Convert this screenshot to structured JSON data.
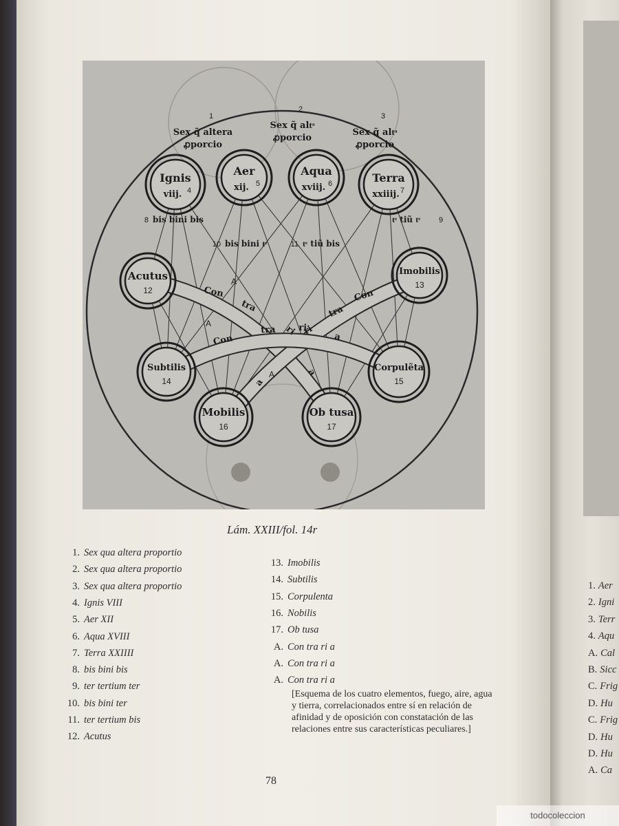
{
  "plate": {
    "circles": [
      {
        "id": "ignis",
        "label": "Ignis",
        "sub": "viij.",
        "num": "4"
      },
      {
        "id": "aer",
        "label": "Aer",
        "sub": "xij.",
        "num": "5"
      },
      {
        "id": "aqua",
        "label": "Aqua",
        "sub": "xviij.",
        "num": "6"
      },
      {
        "id": "terra",
        "label": "Terra",
        "sub": "xxiiij.",
        "num": "7"
      },
      {
        "id": "acutus",
        "label": "Acutus",
        "num": "12"
      },
      {
        "id": "imobilis",
        "label": "Imobilis",
        "num": "13"
      },
      {
        "id": "subtilis",
        "label": "Subtilis",
        "num": "14"
      },
      {
        "id": "corpulenta",
        "label": "Corpulẽta",
        "num": "15"
      },
      {
        "id": "mobilis",
        "label": "Mobilis",
        "num": "16"
      },
      {
        "id": "obtusa",
        "label": "Ob tusa",
        "num": "17"
      }
    ],
    "top_labels": [
      {
        "num": "1",
        "text": "Sex q̃ altera",
        "text2": "ꝓporcio"
      },
      {
        "num": "2",
        "text": "Sex q̃ altͣ",
        "text2": "ꝓporcio"
      },
      {
        "num": "3",
        "text": "Sex q̃ altͣ",
        "text2": "ꝓporcio"
      }
    ],
    "mid_labels": [
      {
        "num": "8",
        "text": "bis bini bis"
      },
      {
        "num": "10",
        "text": "bis bini tͤ"
      },
      {
        "num": "11",
        "text": "tͤ tiũ bis"
      },
      {
        "num": "9",
        "text": "tͤ tiũ tͤ"
      }
    ],
    "band_words": [
      "Con",
      "tra",
      "ri",
      "a"
    ],
    "band_a_letters": [
      "A",
      "A",
      "A"
    ]
  },
  "caption": "Lám. XXIII/fol. 14r",
  "legend_left": [
    {
      "k": "1.",
      "v": "Sex qua altera proportio"
    },
    {
      "k": "2.",
      "v": "Sex qua altera proportio"
    },
    {
      "k": "3.",
      "v": "Sex qua altera proportio"
    },
    {
      "k": "4.",
      "v": "Ignis VIII"
    },
    {
      "k": "5.",
      "v": "Aer XII"
    },
    {
      "k": "6.",
      "v": "Aqua XVIII"
    },
    {
      "k": "7.",
      "v": "Terra XXIIII"
    },
    {
      "k": "8.",
      "v": "bis bini bis"
    },
    {
      "k": "9.",
      "v": "ter tertium ter"
    },
    {
      "k": "10.",
      "v": "bis bini ter"
    },
    {
      "k": "11.",
      "v": "ter tertium bis"
    },
    {
      "k": "12.",
      "v": "Acutus"
    }
  ],
  "legend_right": [
    {
      "k": "13.",
      "v": "Imobilis"
    },
    {
      "k": "14.",
      "v": "Subtilis"
    },
    {
      "k": "15.",
      "v": "Corpulenta"
    },
    {
      "k": "16.",
      "v": "Nobilis"
    },
    {
      "k": "17.",
      "v": "Ob tusa"
    },
    {
      "k": "A.",
      "v": "Con tra ri a"
    },
    {
      "k": "A.",
      "v": "Con tra ri a"
    },
    {
      "k": "A.",
      "v": "Con tra ri a"
    }
  ],
  "note": "[Esquema de los cuatro elementos, fuego, aire, agua y tierra, correlacionados entre sí en relación de afinidad y de oposición con constatación de las relaciones entre sus características peculiares.]",
  "page_number": "78",
  "right_page_items": [
    {
      "k": "1.",
      "v": "Aer"
    },
    {
      "k": "2.",
      "v": "Igni"
    },
    {
      "k": "3.",
      "v": "Terr"
    },
    {
      "k": "4.",
      "v": "Aqu"
    },
    {
      "k": "A.",
      "v": "Cal"
    },
    {
      "k": "B.",
      "v": "Sicc"
    },
    {
      "k": "C.",
      "v": "Frig"
    },
    {
      "k": "D.",
      "v": "Hu"
    },
    {
      "k": "C.",
      "v": "Frig"
    },
    {
      "k": "D.",
      "v": "Hu"
    },
    {
      "k": "D.",
      "v": "Hu"
    },
    {
      "k": "A.",
      "v": "Ca"
    }
  ],
  "watermark": "todocoleccion"
}
